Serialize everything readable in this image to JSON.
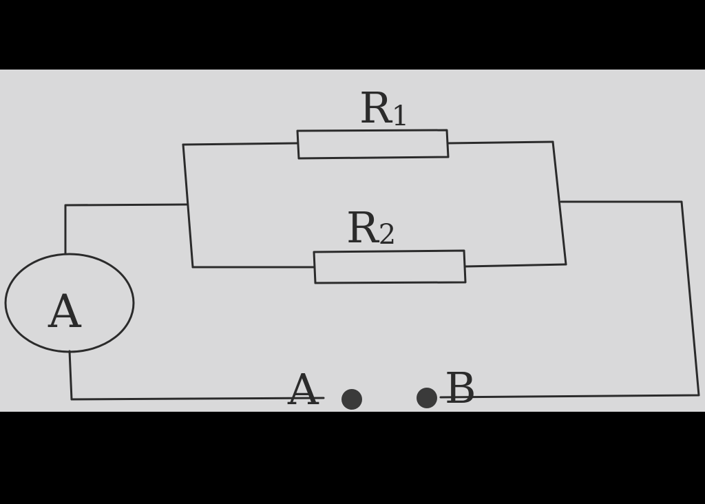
{
  "diagram": {
    "resistor_1": {
      "letter": "R",
      "subscript": "1"
    },
    "resistor_2": {
      "letter": "R",
      "subscript": "2"
    },
    "ammeter": {
      "symbol": "A"
    },
    "terminal_a": {
      "label": "A"
    },
    "terminal_b": {
      "label": "B"
    }
  },
  "colors": {
    "letterbox": "#000000",
    "paper": "#d9d9da",
    "ink": "#2b2b2b"
  }
}
